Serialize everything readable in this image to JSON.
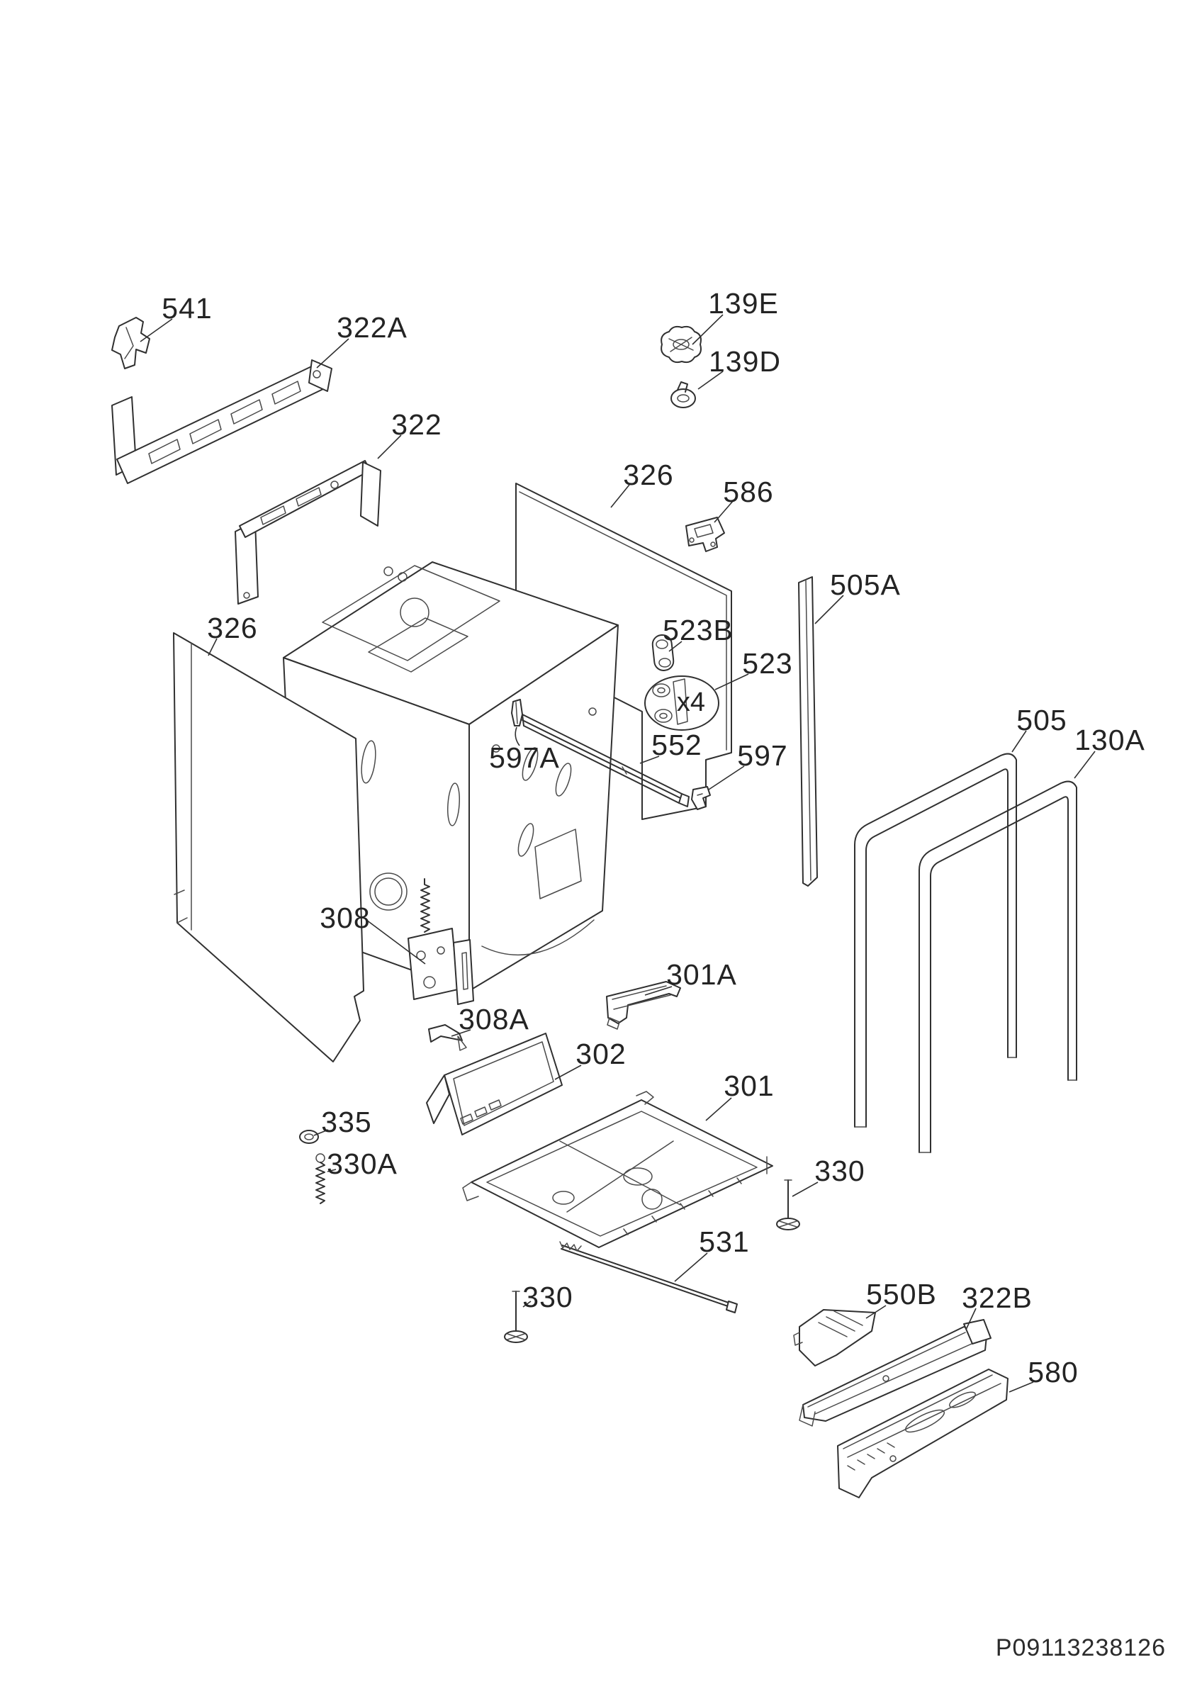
{
  "document": {
    "type": "exploded-parts-diagram",
    "subject": "dishwasher-housing-assembly",
    "code": "P09113238126"
  },
  "colors": {
    "background": "#ffffff",
    "line": "#303030",
    "label": "#242424"
  },
  "callout": {
    "multiplier": "x4"
  },
  "labels": [
    {
      "part": "541",
      "text": "541"
    },
    {
      "part": "322A",
      "text": "322A"
    },
    {
      "part": "322",
      "text": "322"
    },
    {
      "part": "139E",
      "text": "139E"
    },
    {
      "part": "139D",
      "text": "139D"
    },
    {
      "part": "326-rear",
      "text": "326"
    },
    {
      "part": "586",
      "text": "586"
    },
    {
      "part": "505A",
      "text": "505A"
    },
    {
      "part": "326-left",
      "text": "326"
    },
    {
      "part": "523B",
      "text": "523B"
    },
    {
      "part": "523",
      "text": "523"
    },
    {
      "part": "597A",
      "text": "597A"
    },
    {
      "part": "552",
      "text": "552"
    },
    {
      "part": "597",
      "text": "597"
    },
    {
      "part": "505",
      "text": "505"
    },
    {
      "part": "130A",
      "text": "130A"
    },
    {
      "part": "308",
      "text": "308"
    },
    {
      "part": "301A",
      "text": "301A"
    },
    {
      "part": "308A",
      "text": "308A"
    },
    {
      "part": "302",
      "text": "302"
    },
    {
      "part": "335",
      "text": "335"
    },
    {
      "part": "330A",
      "text": "330A"
    },
    {
      "part": "301",
      "text": "301"
    },
    {
      "part": "330-right",
      "text": "330"
    },
    {
      "part": "531",
      "text": "531"
    },
    {
      "part": "330-left",
      "text": "330"
    },
    {
      "part": "550B",
      "text": "550B"
    },
    {
      "part": "322B",
      "text": "322B"
    },
    {
      "part": "580",
      "text": "580"
    }
  ]
}
